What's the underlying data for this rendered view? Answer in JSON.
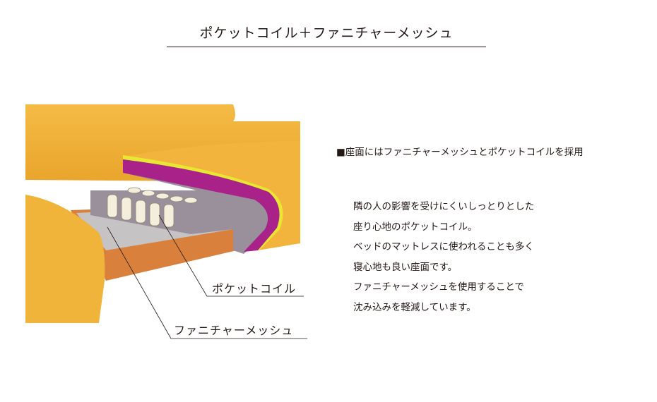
{
  "title": "ポケットコイル＋ファニチャーメッシュ",
  "illustration": {
    "label_pocket_coil": "ポケットコイル",
    "label_furniture_mesh": "ファニチャーメッシュ",
    "colors": {
      "sofa": "#f0b43a",
      "cushion_layer": "#a8228a",
      "top_layer": "#e8e832",
      "foam": "#9a909c",
      "mesh": "#c6c3c4",
      "frame": "#d9813c"
    }
  },
  "heading": "■座面にはファニチャーメッシュとポケットコイルを採用",
  "body_lines": [
    "隣の人の影響を受けにくいしっとりとした",
    "座り心地のポケットコイル。",
    "ベッドのマットレスに使われることも多く",
    "寝心地も良い座面です。",
    "ファニチャーメッシュを使用することで",
    "沈み込みを軽減しています。"
  ]
}
